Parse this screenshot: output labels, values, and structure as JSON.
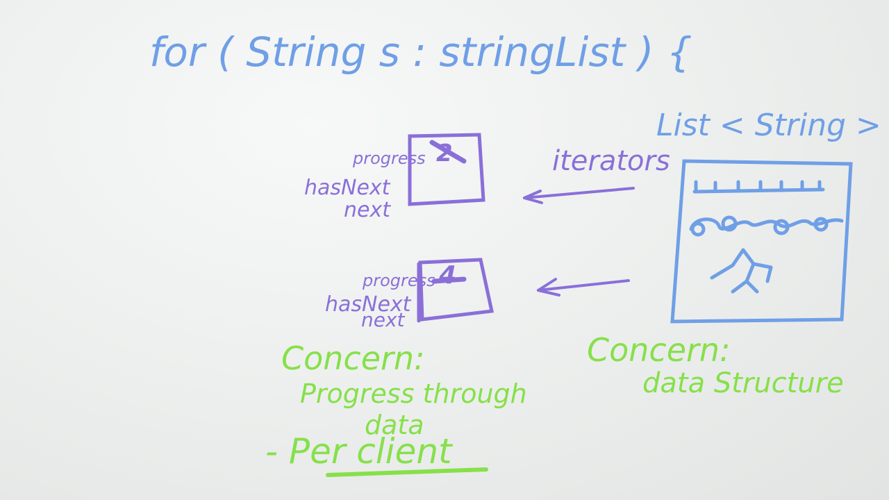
{
  "whiteboard": {
    "top_code": "for ( String s : stringList ) {",
    "list_label": "List < String >",
    "iterators_label": "iterators",
    "iterator_1": {
      "counter": "2",
      "methods": [
        "progress",
        "hasNext",
        "next"
      ]
    },
    "iterator_2": {
      "counter": "4",
      "methods": [
        "progress",
        "hasNext",
        "next"
      ]
    },
    "left_concern": {
      "heading": "Concern:",
      "line1": "Progress through",
      "line2": "data",
      "line3": "- Per client"
    },
    "right_concern": {
      "heading": "Concern:",
      "line1": "data Structure"
    }
  },
  "colors": {
    "blue_marker": "#6f9fe6",
    "purple_marker": "#8a6fd8",
    "green_marker": "#86e04a",
    "board": "#eef0ef"
  }
}
